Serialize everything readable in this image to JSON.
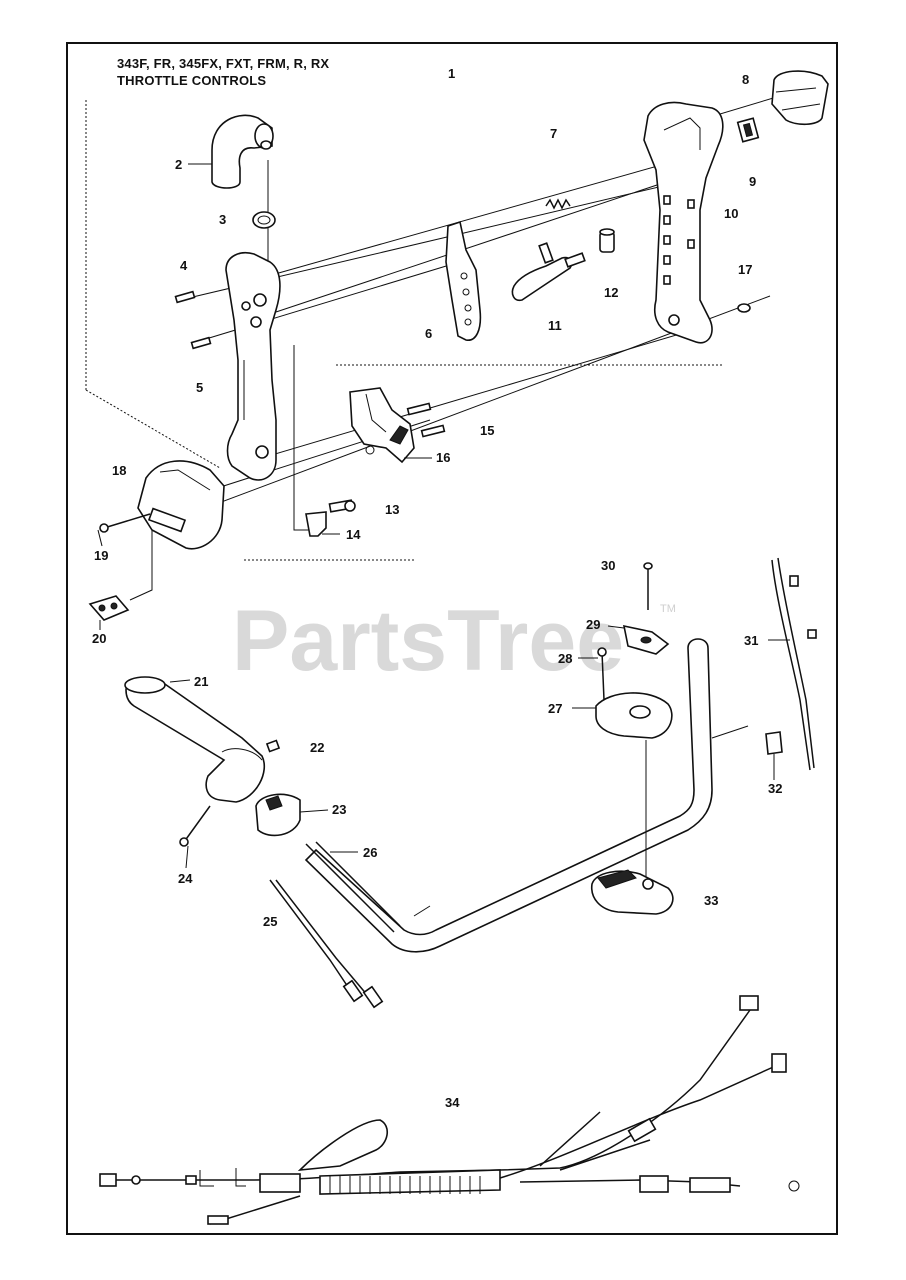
{
  "header": {
    "models": "343F, FR, 345FX, FXT, FRM, R, RX",
    "section_title": "THROTTLE CONTROLS"
  },
  "watermark": {
    "brand": "PartsTree",
    "tm": "TM"
  },
  "callouts": {
    "c1": "1",
    "c2": "2",
    "c3": "3",
    "c4": "4",
    "c5": "5",
    "c6": "6",
    "c7": "7",
    "c8": "8",
    "c9": "9",
    "c10": "10",
    "c11": "11",
    "c12": "12",
    "c13": "13",
    "c14": "14",
    "c15": "15",
    "c16": "16",
    "c17": "17",
    "c18": "18",
    "c19": "19",
    "c20": "20",
    "c21": "21",
    "c22": "22",
    "c23": "23",
    "c24": "24",
    "c25": "25",
    "c26": "26",
    "c27": "27",
    "c28": "28",
    "c29": "29",
    "c30": "30",
    "c31": "31",
    "c32": "32",
    "c33": "33",
    "c34": "34"
  }
}
